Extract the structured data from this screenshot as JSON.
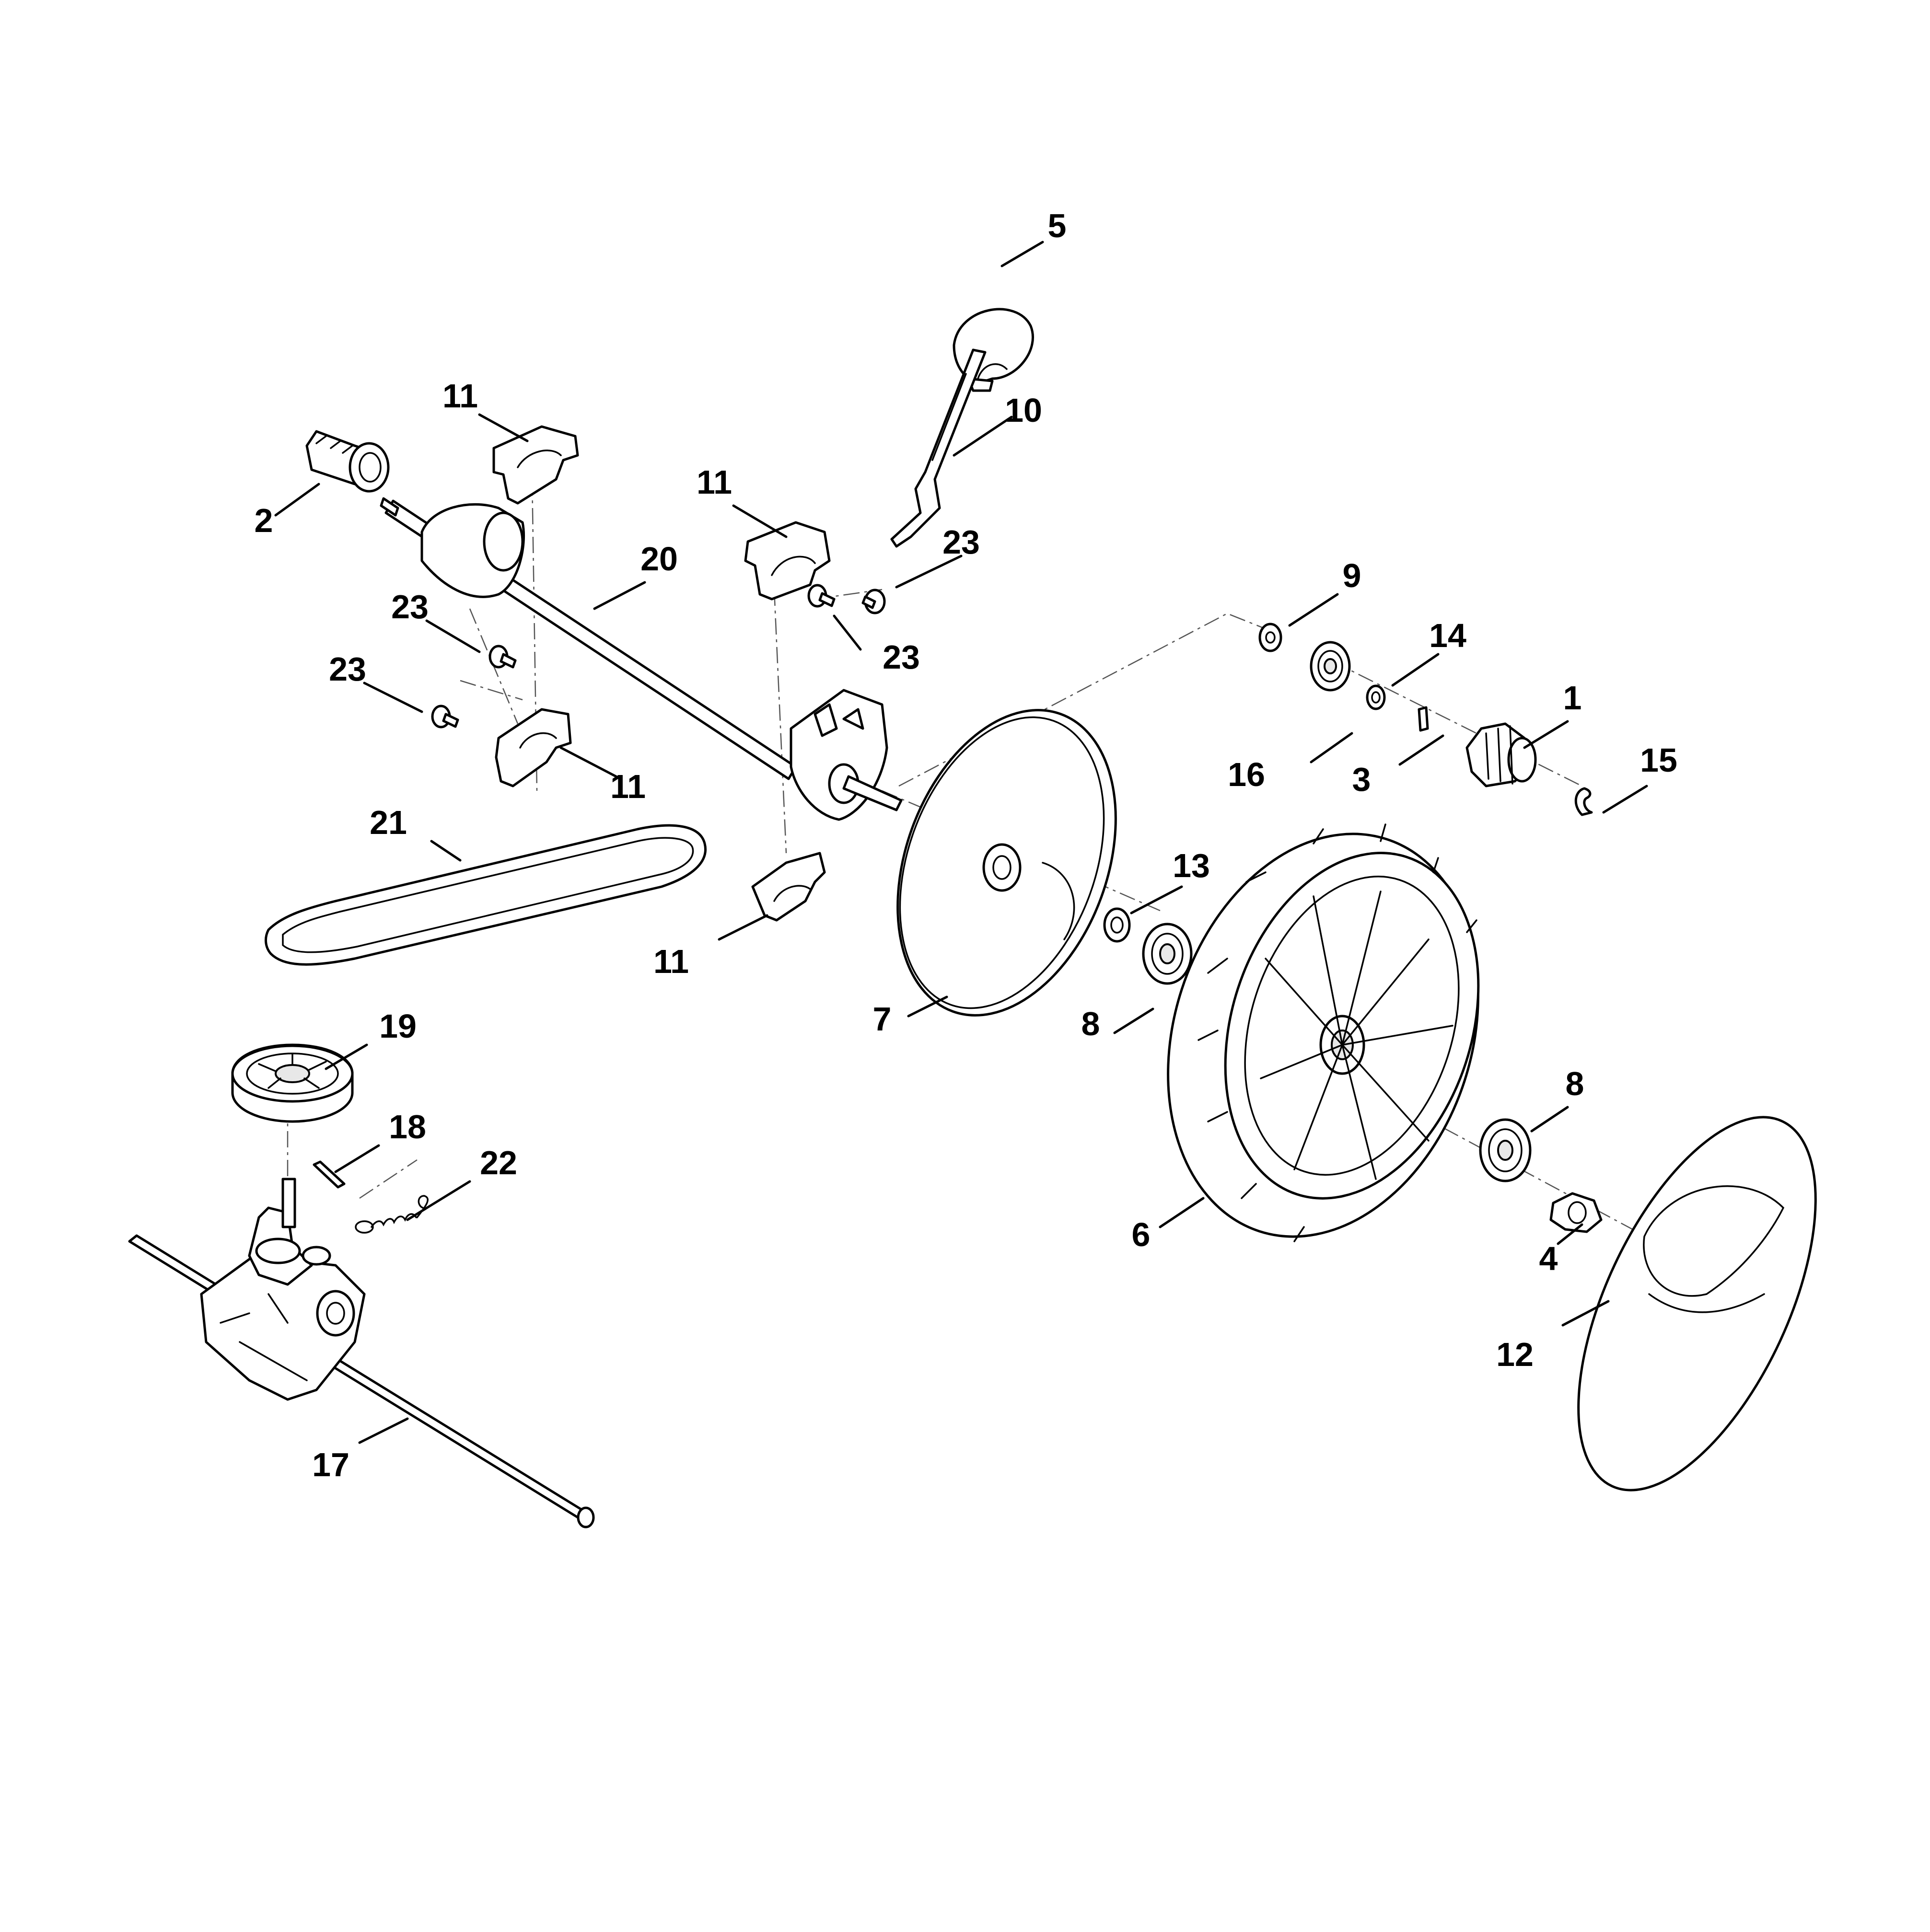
{
  "callouts": [
    "1",
    "2",
    "3",
    "4",
    "5",
    "6",
    "7",
    "8",
    "9",
    "10",
    "11",
    "12",
    "13",
    "14",
    "15",
    "16",
    "17",
    "18",
    "19",
    "20",
    "21",
    "22",
    "23"
  ],
  "colors": {
    "line": "#000000",
    "background": "#ffffff",
    "dash": "#555555"
  }
}
